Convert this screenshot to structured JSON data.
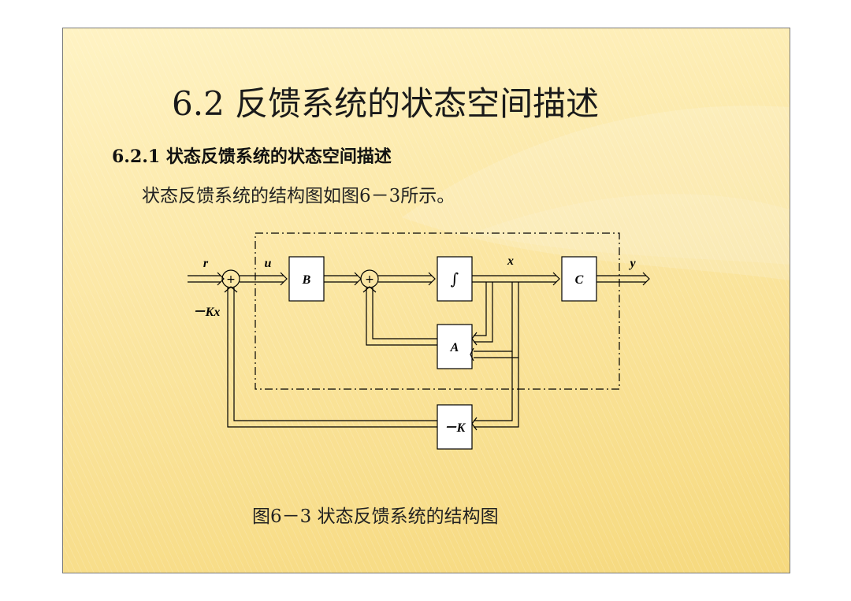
{
  "slide": {
    "title": "6.2 反馈系统的状态空间描述",
    "subtitle": "6.2.1 状态反馈系统的状态空间描述",
    "body": "状态反馈系统的结构图如图6－3所示。",
    "caption": "图6－3 状态反馈系统的结构图"
  },
  "diagram": {
    "signals": {
      "r": "r",
      "u": "u",
      "x": "x",
      "y": "y",
      "kx": "－Kx"
    },
    "blocks": {
      "b": "B",
      "integrator": "∫",
      "c": "C",
      "a": "A",
      "k": "－K"
    },
    "summer_sign": "+"
  },
  "colors": {
    "background": "#fbe6a2",
    "stroke": "#000000"
  }
}
